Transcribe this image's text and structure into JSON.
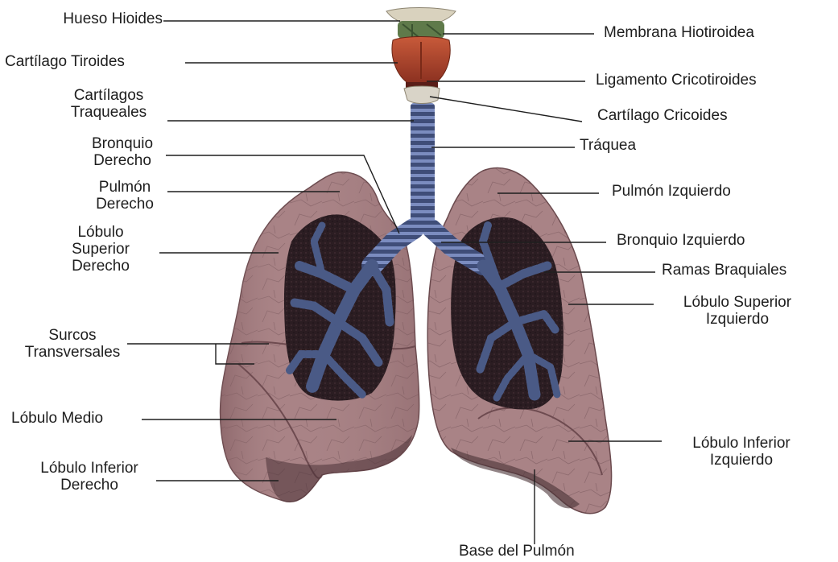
{
  "diagram": {
    "labels": {
      "hueso_hioides": "Hueso Hioides",
      "cartilago_tiroides": "Cartílago Tiroides",
      "cartilagos_traqueales_1": "Cartílagos",
      "cartilagos_traqueales_2": "Traqueales",
      "bronquio_derecho_1": "Bronquio",
      "bronquio_derecho_2": "Derecho",
      "pulmon_derecho_1": "Pulmón",
      "pulmon_derecho_2": "Derecho",
      "lobulo_superior_derecho_1": "Lóbulo",
      "lobulo_superior_derecho_2": "Superior",
      "lobulo_superior_derecho_3": "Derecho",
      "surcos_transversales_1": "Surcos",
      "surcos_transversales_2": "Transversales",
      "lobulo_medio": "Lóbulo Medio",
      "lobulo_inferior_derecho_1": "Lóbulo Inferior",
      "lobulo_inferior_derecho_2": "Derecho",
      "membrana_hiotiroidea": "Membrana Hiotiroidea",
      "ligamento_cricotiroides": "Ligamento Cricotiroides",
      "cartilago_cricoides": "Cartílago Cricoides",
      "traquea": "Tráquea",
      "pulmon_izquierdo": "Pulmón Izquierdo",
      "bronquio_izquierdo": "Bronquio Izquierdo",
      "ramas_braquiales": "Ramas Braquiales",
      "lobulo_superior_izquierdo_1": "Lóbulo Superior",
      "lobulo_superior_izquierdo_2": "Izquierdo",
      "lobulo_inferior_izquierdo_1": "Lóbulo Inferior",
      "lobulo_inferior_izquierdo_2": "Izquierdo",
      "base_del_pulmon": "Base del Pulmón"
    },
    "colors": {
      "lung_fill": "#a88184",
      "lung_dark": "#6d4a4e",
      "cavity": "#2a1d22",
      "airway": "#4a5a86",
      "airway_ring": "#8a9ac4",
      "thyroid": "#b84a2e",
      "hyoid": "#d8d0bc",
      "membrane": "#5f7a4a",
      "leader_line": "#1e1e1e",
      "text": "#1e1e1e"
    }
  }
}
